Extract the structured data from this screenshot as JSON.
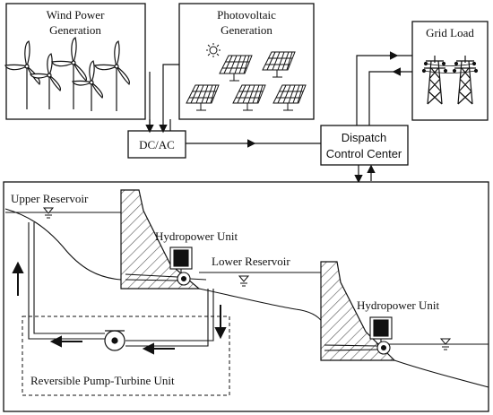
{
  "labels": {
    "wind_line1": "Wind Power",
    "wind_line2": "Generation",
    "pv_line1": "Photovoltaic",
    "pv_line2": "Generation",
    "grid_load": "Grid Load",
    "dcac": "DC/AC",
    "dispatch_line1": "Dispatch",
    "dispatch_line2": "Control Center",
    "upper_reservoir": "Upper Reservoir",
    "hydro_unit_1": "Hydropower Unit",
    "lower_reservoir": "Lower Reservoir",
    "hydro_unit_2": "Hydropower Unit",
    "reversible_unit": "Reversible Pump-Turbine Unit"
  }
}
